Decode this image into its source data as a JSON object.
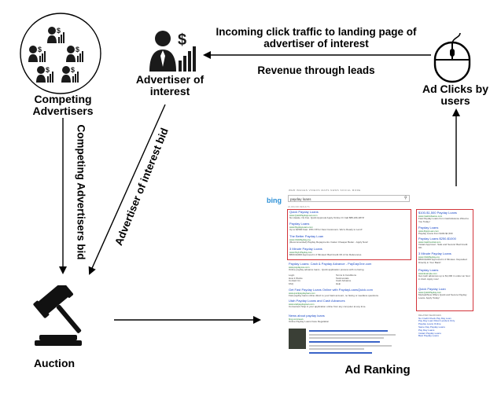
{
  "nodes": {
    "competing": "Competing Advertisers",
    "advertiser": "Advertiser of interest",
    "clicks": "Ad Clicks by users",
    "auction": "Auction",
    "ranking": "Ad Ranking"
  },
  "edges": {
    "incoming": "Incoming click traffic to landing page of advertiser of interest",
    "revenue": "Revenue through leads",
    "competing_bid": "Competing Advertisers bid",
    "interest_bid": "Advertiser of interest bid"
  },
  "serp": {
    "logo": "bing",
    "tabs": "WEB   IMAGES   VIDEOS   MAPS   NEWS   SOCIAL   MORE",
    "query": "payday loans",
    "results_count": "22,000,000 RESULTS",
    "top_ads": [
      {
        "title": "Quick Payday Loans",
        "url": "www.QuickPaydayLoan.com",
        "desc": "No Hassle. No Fax. Quick Approval Apply Online Or Call 888-236-4872!"
      },
      {
        "title": "Payday Loans",
        "url": "www.PaydayLoans.com",
        "desc": "Up to $1500 Fast. 15% Off for New Customers. We're Ready to Lend!"
      },
      {
        "title": "The Better Payday Loan",
        "url": "www.ClickPayday.org",
        "desc": "(Recommended) Payday Repayments. Faster Cheaper Better - Apply Now!"
      },
      {
        "title": "3 Minute Payday Loans",
        "url": "www.PayInPayday.com",
        "desc": "$500-$1000 Approved in 2 Minutes! Bad Credit OK & No References."
      }
    ],
    "organic": [
      {
        "title": "Payday Loans: Cash & Payday Advance - PayDayOne.com",
        "url": "www.paydayone.com",
        "desc": "Online payday advance loans - Quick application process with no faxing."
      },
      {
        "title": "Get Fast Payday Loans Online with PaydayLoansQuick.com",
        "url": "www.quickpaydayloan.com",
        "desc": "Fast payday loans online direct to your bank account, no faxing or needless questions."
      },
      {
        "title": "Utah Payday Loans and Cash Advances",
        "url": "www.utahpaydayloan.com",
        "desc": "Convenient Stop in your application online from any computer at any time."
      },
      {
        "title": "News about payday loans",
        "url": "bing.com/news",
        "desc": "Online Payday Loans Face Regulation"
      }
    ],
    "sitelinks": [
      "Login",
      "Terms & Conditions",
      "How it Works",
      "Testimonials",
      "Contact Us",
      "Cash Advance",
      "FAQ",
      "Help"
    ],
    "side_ads": [
      {
        "title": "$100-$1,500 Payday Loans",
        "url": "www.CashAdvance.com",
        "desc": "Fast Payday Loans from CashAdvance Wired to You Today!"
      },
      {
        "title": "Payday Loans",
        "url": "www.ZippyLoan.com",
        "desc": "Payday Loans from $100-$1,500"
      },
      {
        "title": "Payday Loans $250-$1000",
        "url": "www.CashCentral.com",
        "desc": "Instant Approval - Safe and Secure! Bad Credit OK."
      },
      {
        "title": "3 Minute Payday Loans",
        "url": "www.ClickPayday.org",
        "desc": "$500-$1000 Approved in 2 Minutes. Deposited Directly in Your Bank!"
      },
      {
        "title": "Payday Loans",
        "url": "www.Example.com",
        "desc": "Get cash advances up to $1,000 in under an hour in Utah. Apply now!"
      },
      {
        "title": "Quick Payday Loan",
        "url": "www.QuickPayday.com",
        "desc": "MyCashNow Offers Quick and Secure Payday Loans. Apply Today!"
      }
    ],
    "related_header": "RELATED SEARCHES",
    "related": [
      "No Credit Check Pay Day Loan",
      "Pay Day Loan Direct Lenders Only",
      "Payday Loans Online",
      "Same Day Payday Loans",
      "Pay Day Loans",
      "Instant Payday Loans",
      "Best Payday Loans"
    ]
  },
  "colors": {
    "ad_box": "#d3343a",
    "link": "#1a49c7",
    "url": "#1a7d2c",
    "icon": "#1a1a1a",
    "bing": "#2b8fd6"
  },
  "icons": [
    "competing-advertisers-icon",
    "advertiser-icon",
    "mouse-icon",
    "gavel-icon"
  ]
}
